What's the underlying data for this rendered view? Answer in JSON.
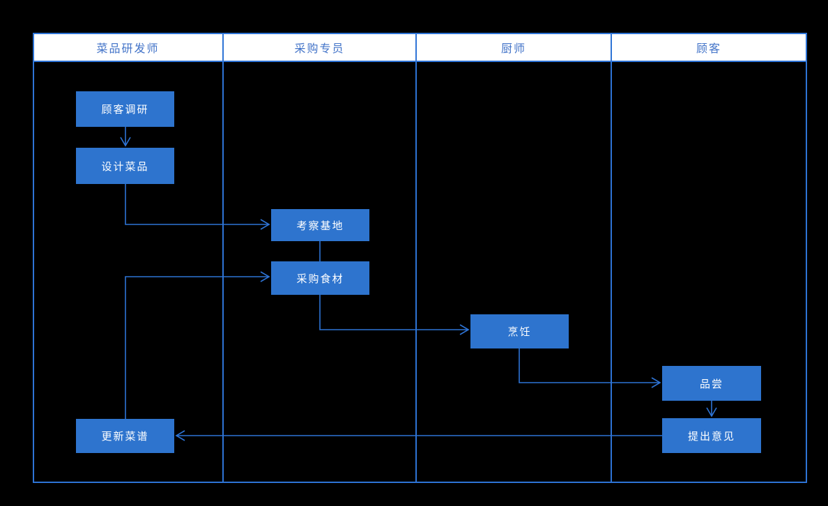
{
  "diagram": {
    "type": "swimlane-flowchart",
    "colors": {
      "background": "#000000",
      "node_fill": "#2E74CE",
      "node_text": "#FFFFFF",
      "line": "#2E74D6",
      "header_background": "#FFFFFF",
      "header_text": "#4273C8"
    },
    "lanes": [
      {
        "title": "菜品研发师"
      },
      {
        "title": "采购专员"
      },
      {
        "title": "厨师"
      },
      {
        "title": "顾客"
      }
    ],
    "nodes": [
      {
        "id": "customer-research",
        "lane": "菜品研发师",
        "label": "顾客调研"
      },
      {
        "id": "design-dish",
        "lane": "菜品研发师",
        "label": "设计菜品"
      },
      {
        "id": "inspect-base",
        "lane": "采购专员",
        "label": "考察基地"
      },
      {
        "id": "purchase-ingredients",
        "lane": "采购专员",
        "label": "采购食材"
      },
      {
        "id": "cooking",
        "lane": "厨师",
        "label": "烹饪"
      },
      {
        "id": "tasting",
        "lane": "顾客",
        "label": "品尝"
      },
      {
        "id": "give-feedback",
        "lane": "顾客",
        "label": "提出意见"
      },
      {
        "id": "update-recipe",
        "lane": "菜品研发师",
        "label": "更新菜谱"
      }
    ],
    "edges": [
      {
        "from": "顾客调研",
        "to": "设计菜品",
        "arrowhead": true
      },
      {
        "from": "设计菜品",
        "to": "考察基地",
        "arrowhead": true
      },
      {
        "from": "考察基地",
        "to": "采购食材",
        "arrowhead": false
      },
      {
        "from": "采购食材",
        "to": "烹饪",
        "arrowhead": true
      },
      {
        "from": "烹饪",
        "to": "品尝",
        "arrowhead": true
      },
      {
        "from": "品尝",
        "to": "提出意见",
        "arrowhead": true
      },
      {
        "from": "提出意见",
        "to": "更新菜谱",
        "arrowhead": true
      },
      {
        "from": "更新菜谱",
        "to": "采购食材",
        "arrowhead": true
      }
    ]
  }
}
